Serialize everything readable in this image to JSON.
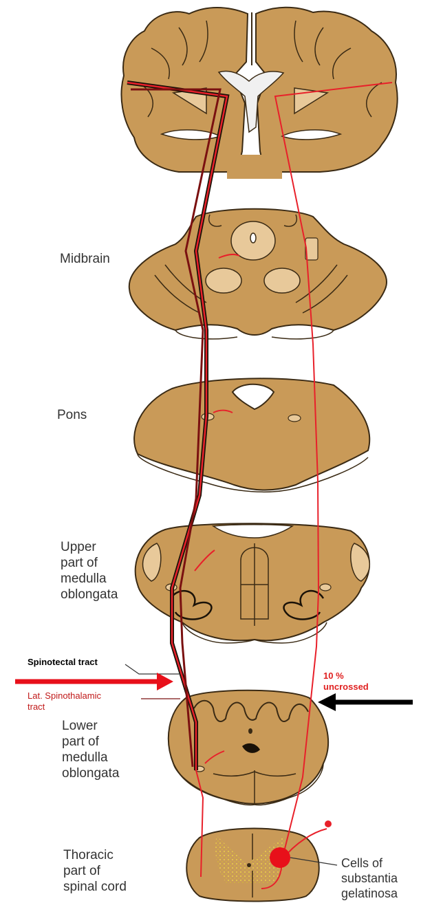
{
  "labels": {
    "midbrain": "Midbrain",
    "pons": "Pons",
    "upper_medulla": [
      "Upper",
      "part of",
      "medulla",
      "oblongata"
    ],
    "lower_medulla": [
      "Lower",
      "part of",
      "medulla",
      "oblongata"
    ],
    "thoracic": [
      "Thoracic",
      "part of",
      "spinal cord"
    ],
    "spinotectal": "Spinotectal tract",
    "lat_spinothalamic": [
      "Lat. Spinothalamic",
      "tract"
    ],
    "uncrossed": [
      "10 %",
      "uncrossed"
    ],
    "cells": [
      "Cells of",
      "substantia",
      "gelatinosa"
    ]
  },
  "colors": {
    "tissue": "#c99a58",
    "tissue_edge": "#3a2a14",
    "tissue_pale": "#e8c99a",
    "tract_red": "#e8202a",
    "tract_dark": "#7a1010",
    "label_red": "#e02020",
    "cord_dots": "#e6c84a"
  }
}
